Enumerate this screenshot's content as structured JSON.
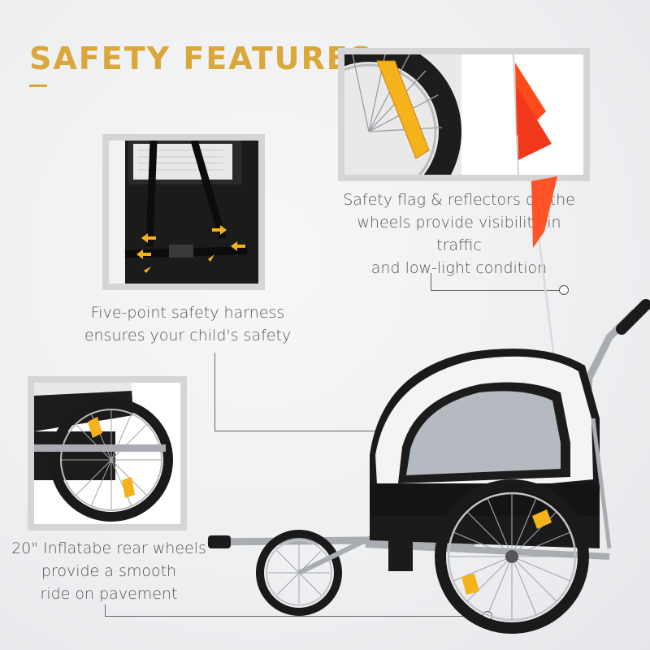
{
  "heading": {
    "title": "SAFETY FEATURES",
    "accent_color": "#d9a73a"
  },
  "features": [
    {
      "id": "flag-reflectors",
      "lines": [
        "Safety flag & reflectors on the",
        "wheels provide visibility in traffic",
        "and low-light condition"
      ],
      "images": [
        "reflector-wheel-photo",
        "red-safety-flag-photo"
      ]
    },
    {
      "id": "harness",
      "lines": [
        "Five-point safety harness",
        "ensures your child's safety"
      ],
      "images": [
        "five-point-harness-photo"
      ]
    },
    {
      "id": "rear-wheels",
      "lines": [
        "20\" Inflatabe rear wheels",
        "provide a smooth",
        "ride on pavement"
      ],
      "images": [
        "rear-wheel-photo"
      ]
    }
  ],
  "product": {
    "image": "bike-trailer-photo",
    "colors": {
      "canopy": "#f4f4f4",
      "body": "#1a1a1a",
      "frame": "#a9acb1",
      "flag": "#ff4a1c",
      "reflector": "#f5b21b"
    }
  }
}
